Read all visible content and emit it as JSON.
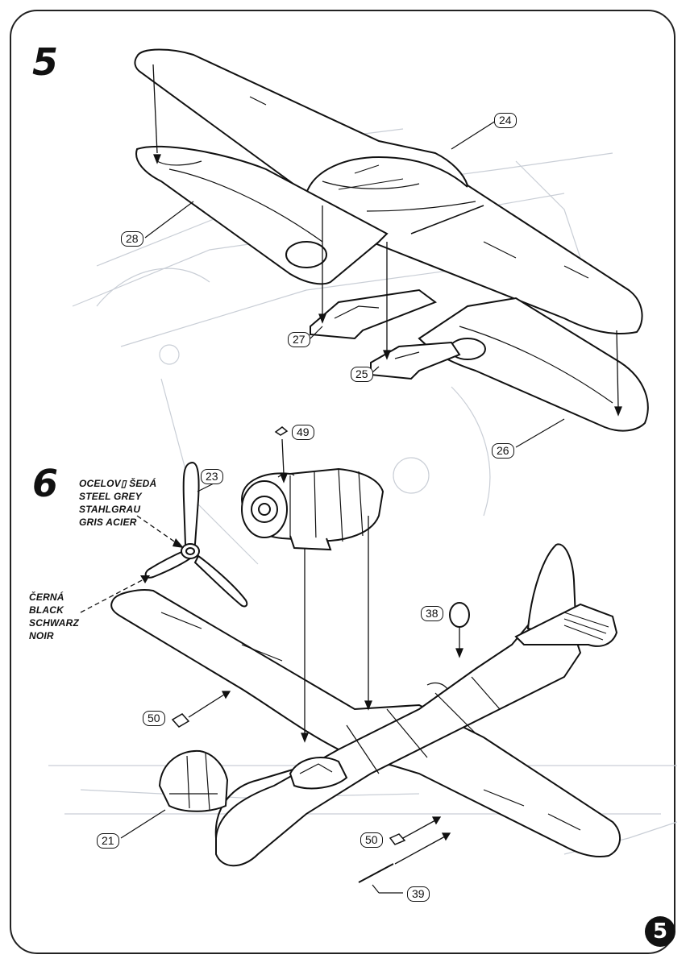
{
  "steps": {
    "step5": "5",
    "step6": "6"
  },
  "parts": {
    "p24": "24",
    "p28": "28",
    "p27": "27",
    "p25": "25",
    "p26": "26",
    "p49": "49",
    "p23": "23",
    "p38": "38",
    "p50a": "50",
    "p50b": "50",
    "p21": "21",
    "p39": "39"
  },
  "paints": {
    "steel": [
      "OCELOV▯ ŠEDÁ",
      "STEEL GREY",
      "STAHLGRAU",
      "GRIS ACIER"
    ],
    "black": [
      "ČERNÁ",
      "BLACK",
      "SCHWARZ",
      "NOIR"
    ]
  },
  "page_number": "5",
  "colors": {
    "ink": "#111111",
    "ghost": "#c9ced6",
    "paper": "#ffffff"
  }
}
